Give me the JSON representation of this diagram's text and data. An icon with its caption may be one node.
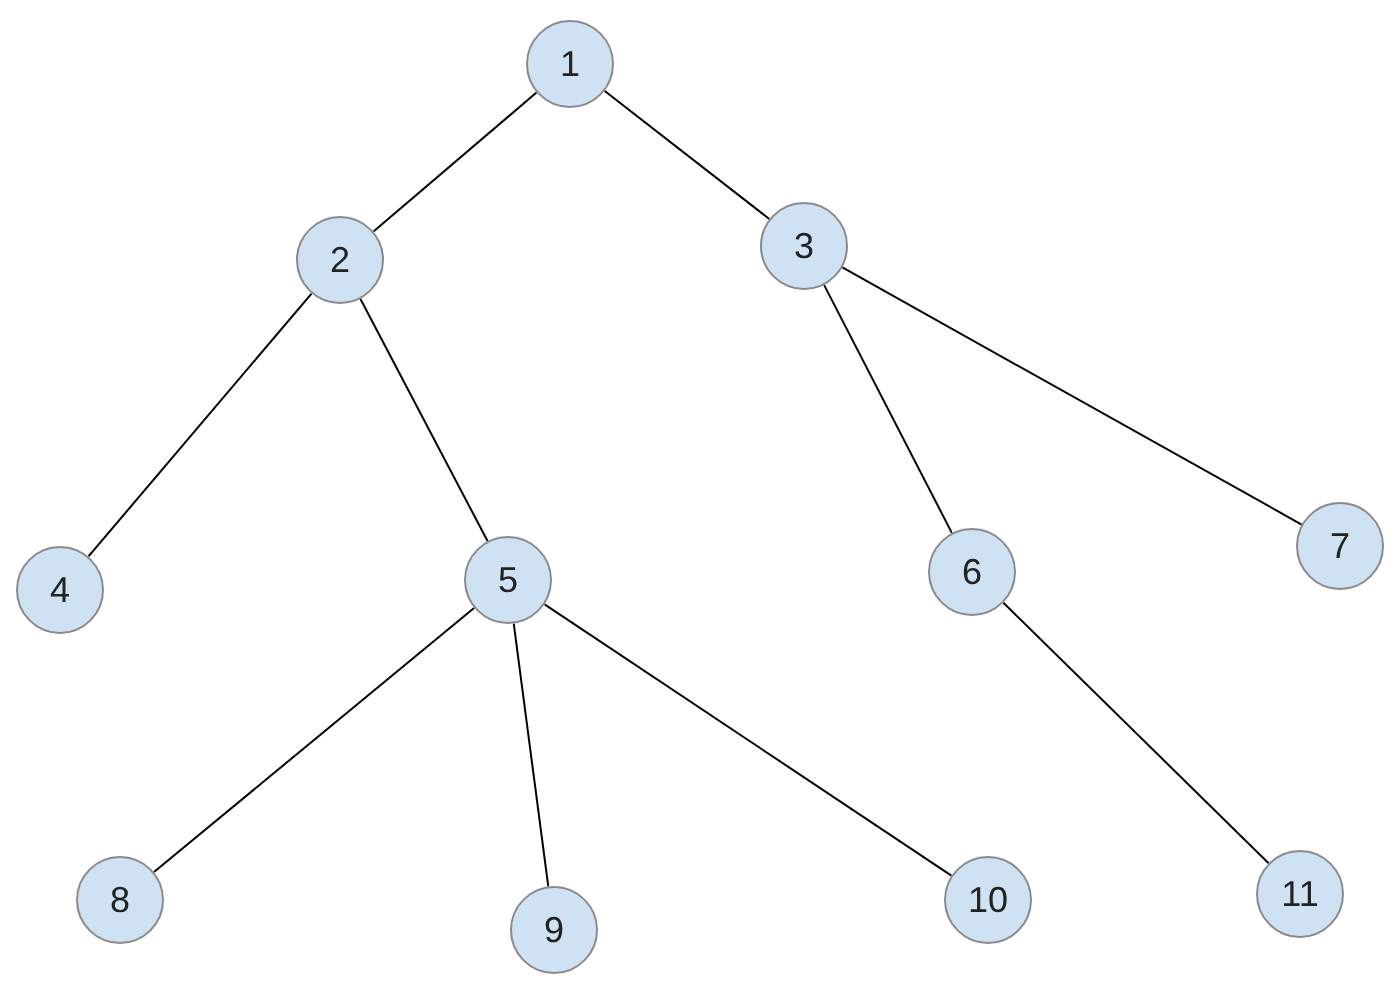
{
  "diagram": {
    "nodes": [
      {
        "text": [
          "1"
        ]
      },
      {
        "text": [
          "2"
        ]
      },
      {
        "text": [
          "3"
        ]
      },
      {
        "text": [
          "4"
        ]
      },
      {
        "text": [
          "5"
        ]
      },
      {
        "text": [
          "6"
        ]
      },
      {
        "text": [
          "7"
        ]
      },
      {
        "text": [
          "8"
        ]
      },
      {
        "text": [
          "9"
        ]
      },
      {
        "text": [
          "10"
        ]
      },
      {
        "text": [
          "11"
        ]
      }
    ],
    "edges": [
      {
        "from": 0,
        "to": 1,
        "arrow": "none"
      },
      {
        "from": 0,
        "to": 2,
        "arrow": "none"
      },
      {
        "from": 1,
        "to": 3,
        "arrow": "none"
      },
      {
        "from": 1,
        "to": 4,
        "arrow": "none"
      },
      {
        "from": 2,
        "to": 5,
        "arrow": "none"
      },
      {
        "from": 2,
        "to": 6,
        "arrow": "none"
      },
      {
        "from": 4,
        "to": 7,
        "arrow": "none"
      },
      {
        "from": 4,
        "to": 8,
        "arrow": "none"
      },
      {
        "from": 4,
        "to": 9,
        "arrow": "none"
      },
      {
        "from": 5,
        "to": 10,
        "arrow": "none"
      }
    ]
  }
}
